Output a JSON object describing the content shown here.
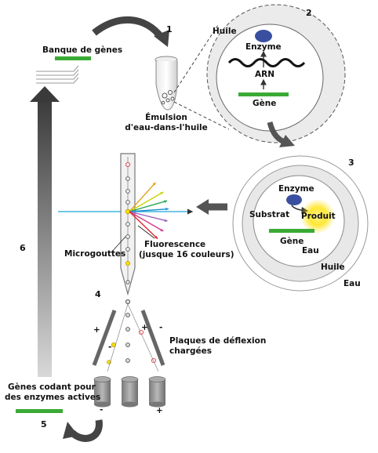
{
  "steps": {
    "s1": "1",
    "s2": "2",
    "s3": "3",
    "s4": "4",
    "s5": "5",
    "s6": "6"
  },
  "labels": {
    "gene_bank": "Banque de gènes",
    "oil_top": "Huile",
    "enzyme_top": "Enzyme",
    "arn": "ARN",
    "gene_top": "Gène",
    "emulsion_line1": "Émulsion",
    "emulsion_line2": "d'eau-dans-l'huile",
    "enzyme_mid": "Enzyme",
    "substrate": "Substrat",
    "product": "Produit",
    "gene_mid": "Gène",
    "water_inner": "Eau",
    "oil_mid": "Huile",
    "water_outer": "Eau",
    "microdroplets": "Microgouttes",
    "fluorescence_line1": "Fluorescence",
    "fluorescence_line2": "(jusque 16 couleurs)",
    "plates_line1": "Plaques de déflexion",
    "plates_line2": "chargées",
    "active_genes_line1": "Gènes codant pour",
    "active_genes_line2": "des enzymes actives",
    "plus_left": "+",
    "minus_left": "-",
    "minus_right": "-",
    "plus_right": "+",
    "plus_bin_right": "+",
    "minus_bin_left": "-"
  },
  "colors": {
    "gene_green": "#3aaa35",
    "enzyme_blue": "#3a4fa0",
    "product_yellow": "#ffe100",
    "arrow_gray": "#555555",
    "laser_cyan": "#1aa7d9"
  },
  "fluorescence_ray_colors": [
    "#e3a01a",
    "#c9d400",
    "#27a552",
    "#1f8fd1",
    "#9b5fc0",
    "#d53a8a",
    "#e0262c"
  ]
}
